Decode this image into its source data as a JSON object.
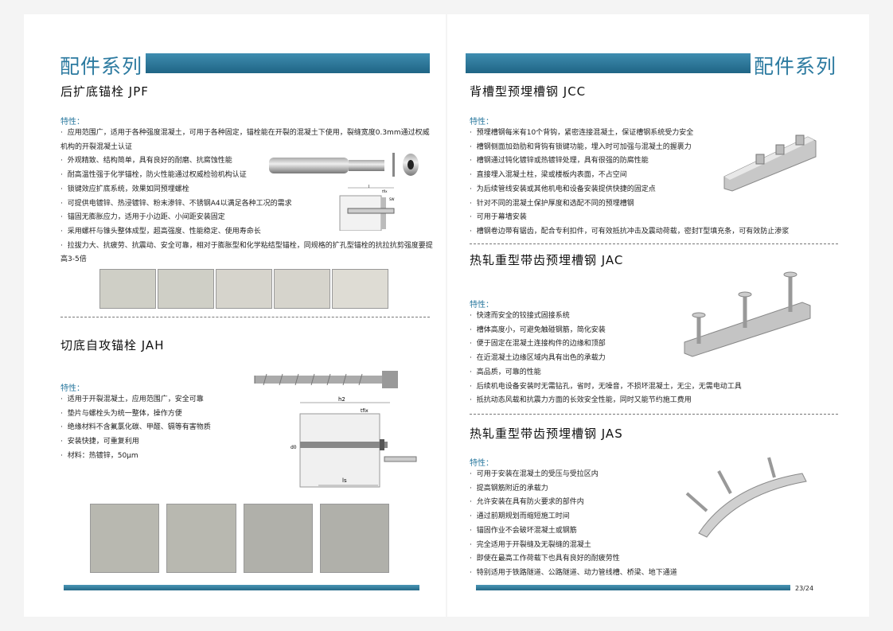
{
  "header": {
    "left_title": "配件系列",
    "right_title": "配件系列"
  },
  "jpf": {
    "title": "后扩底锚栓 JPF",
    "features_label": "特性：",
    "items": [
      "应用范围广，适用于各种强度混凝土，可用于各种固定，锚栓能在开裂的混凝土下使用，裂缝宽度0.3mm通过权威机构的开裂混凝土认证",
      "外观精致、结构简单，具有良好的耐磨、抗腐蚀性能",
      "耐高温性强于化学锚栓，防火性能通过权威检验机构认证",
      "锁键效应扩底系统，效果如同预埋螺栓",
      "可提供电镀锌、热浸镀锌、粉末渗锌、不锈钢A4以满足各种工况的需求",
      "锚固无膨胀应力，适用于小边距、小间距安装固定",
      "采用螺杆与锥头整体成型，超高强度、性能稳定、使用寿命长",
      "拉拔力大、抗疲劳、抗震动、安全可靠，相对于膨胀型和化学粘结型锚栓，同规格的扩孔型锚栓的抗拉抗剪强度要提高3-5倍"
    ],
    "diagram_labels": {
      "l": "l",
      "tfix": "tfix",
      "sw": "SW"
    }
  },
  "jah": {
    "title": "切底自攻锚栓 JAH",
    "features_label": "特性：",
    "items": [
      "适用于开裂混凝土，应用范围广，安全可靠",
      "垫片与螺栓头为统一整体，操作方便",
      "绝缘材料不含氟氯化碳、甲醛、镉等有害物质",
      "安装快捷，可重复利用",
      "材料：热镀锌，50μm"
    ],
    "diagram_labels": {
      "h2": "h2",
      "tfix": "tfix",
      "d0": "d0",
      "ls": "ls"
    }
  },
  "jcc": {
    "title": "背槽型预埋槽钢 JCC",
    "features_label": "特性：",
    "items": [
      "预埋槽钢每米有10个背钩，紧密连接混凝土，保证槽钢系统受力安全",
      "槽钢侧面加劲肋和背钩有锁键功能，埋入时可加强与混凝土的握裹力",
      "槽钢通过钝化镀锌或热镀锌处理，具有很强的防腐性能",
      "直接埋入混凝土柱，梁或楼板内表面，不占空间",
      "为后续管线安装或其他机电和设备安装提供快捷的固定点",
      "针对不同的混凝土保护厚度和选配不同的预埋槽钢",
      "可用于幕墙安装",
      "槽钢卷边带有锯齿，配合专利扣件，可有效抵抗冲击及震动荷载，密封T型填充条，可有效防止渗浆"
    ]
  },
  "jac": {
    "title": "热轧重型带齿预埋槽钢 JAC",
    "features_label": "特性：",
    "items": [
      "快速而安全的铰接式固接系统",
      "槽体高度小，可避免触碰钢筋，简化安装",
      "便于固定在混凝土连接构件的边缘和顶部",
      "在近混凝土边缘区域内具有出色的承载力",
      "高品质，可靠的性能",
      "后续机电设备安装时无需钻孔，省时，无噪音，不损坏混凝土，无尘，无需电动工具",
      "抵抗动态风载和抗震力方面的长效安全性能，同时又能节约施工费用"
    ]
  },
  "jas": {
    "title": "热轧重型带齿预埋槽钢 JAS",
    "features_label": "特性：",
    "items": [
      "可用于安装在混凝土的受压与受拉区内",
      "提高钢筋附近的承载力",
      "允许安装在具有防火要求的部件内",
      "通过前期规划而缩短施工时间",
      "锚固作业不会破坏混凝土或钢筋",
      "完全适用于开裂缝及无裂缝的混凝土",
      "即使在最高工作荷载下也具有良好的耐疲劳性",
      "特别适用于铁路隧道、公路隧道、动力管线槽、桥梁、地下通道"
    ]
  },
  "footer": {
    "page_number": "23/24"
  },
  "colors": {
    "accent": "#2c7aa0",
    "bar": "#256a88"
  }
}
